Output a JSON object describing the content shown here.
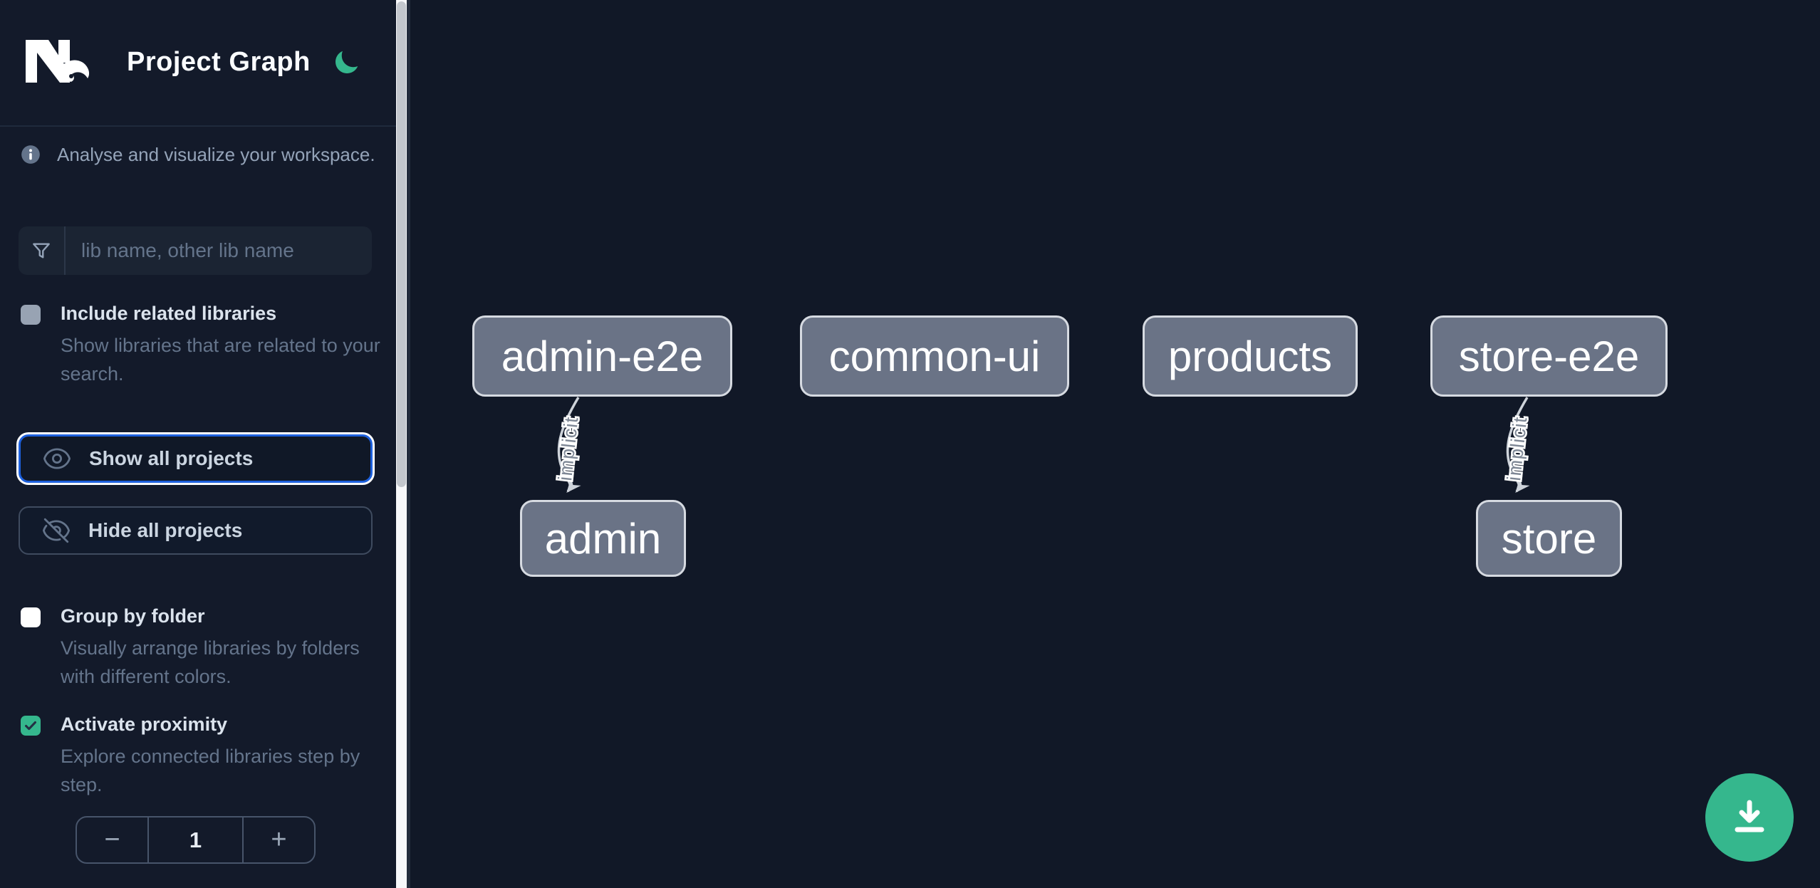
{
  "app": {
    "title": "Project Graph",
    "tagline": "Analyse and visualize your workspace."
  },
  "theme": {
    "accent_teal": "#35b78d",
    "focus_blue": "#1d60dd",
    "sidebar_bg": "#131a2a",
    "canvas_bg": "#111827",
    "node_fill": "#6a7386",
    "node_border": "#d6dae1"
  },
  "search": {
    "placeholder": "lib name, other lib name"
  },
  "options": [
    {
      "label": "Include related libraries",
      "description": "Show libraries that are related to your search.",
      "checked": false
    },
    {
      "label": "Group by folder",
      "description": "Visually arrange libraries by folders with different colors.",
      "checked": false
    },
    {
      "label": "Activate proximity",
      "description": "Explore connected libraries step by step.",
      "checked": true
    }
  ],
  "actions": {
    "show_all": "Show all projects",
    "hide_all": "Hide all projects"
  },
  "proximity": {
    "decrement": "−",
    "value": "1",
    "increment": "+"
  },
  "graph": {
    "nodes": [
      {
        "label": "admin-e2e"
      },
      {
        "label": "common-ui"
      },
      {
        "label": "products"
      },
      {
        "label": "store-e2e"
      },
      {
        "label": "admin"
      },
      {
        "label": "store"
      }
    ],
    "edges": [
      {
        "from": "admin-e2e",
        "to": "admin",
        "label": "implicit"
      },
      {
        "from": "store-e2e",
        "to": "store",
        "label": "implicit"
      }
    ]
  }
}
